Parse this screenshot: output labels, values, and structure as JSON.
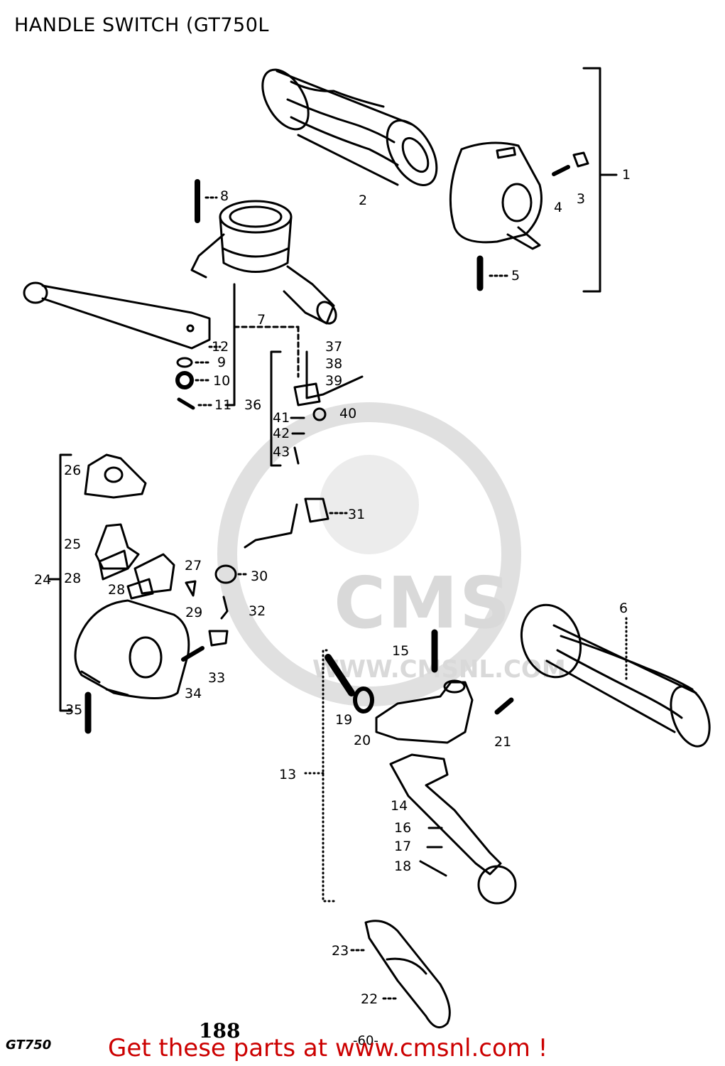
{
  "header": {
    "title": "HANDLE SWITCH (GT750L"
  },
  "watermark": {
    "brand": "CMS",
    "url": "WWW.CMSNL.COM"
  },
  "footer": {
    "model": "GT750",
    "page": "188",
    "sub": "-60-",
    "promo": "Get these parts at www.cmsnl.com !"
  },
  "callouts": {
    "c1": "1",
    "c2": "2",
    "c3": "3",
    "c4": "4",
    "c5": "5",
    "c6": "6",
    "c7": "7",
    "c8": "8",
    "c9": "9",
    "c10": "10",
    "c11": "11",
    "c12": "12",
    "c13": "13",
    "c14": "14",
    "c15": "15",
    "c16": "16",
    "c17": "17",
    "c18": "18",
    "c19": "19",
    "c20": "20",
    "c21": "21",
    "c22": "22",
    "c23": "23",
    "c24": "24",
    "c25": "25",
    "c26": "26",
    "c27": "27",
    "c28a": "28",
    "c28b": "28",
    "c29": "29",
    "c30": "30",
    "c31": "31",
    "c32": "32",
    "c33": "33",
    "c34": "34",
    "c35": "35",
    "c36": "36",
    "c37": "37",
    "c38": "38",
    "c39": "39",
    "c40": "40",
    "c41": "41",
    "c42": "42",
    "c43": "43"
  },
  "colors": {
    "ink": "#000000",
    "watermark": "#d9d9d9",
    "promo": "#cc0000"
  }
}
